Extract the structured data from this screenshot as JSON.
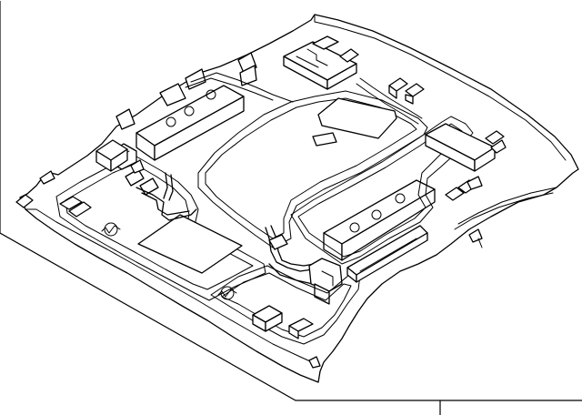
{
  "colors": {
    "line": "#000000",
    "background": "#ffffff",
    "fill": "#ffffff"
  },
  "figure": {
    "subject": "headliner-panel"
  },
  "parts": [
    {
      "name": "headliner-outline"
    },
    {
      "name": "sunroof-opening"
    },
    {
      "name": "dome-light-opening"
    },
    {
      "name": "left-sunvisor-pad"
    },
    {
      "name": "right-sunvisor-pad"
    },
    {
      "name": "wiring-harness"
    },
    {
      "name": "left-rear-pad"
    },
    {
      "name": "right-rear-pad"
    },
    {
      "name": "left-bracket"
    },
    {
      "name": "right-bracket"
    }
  ]
}
